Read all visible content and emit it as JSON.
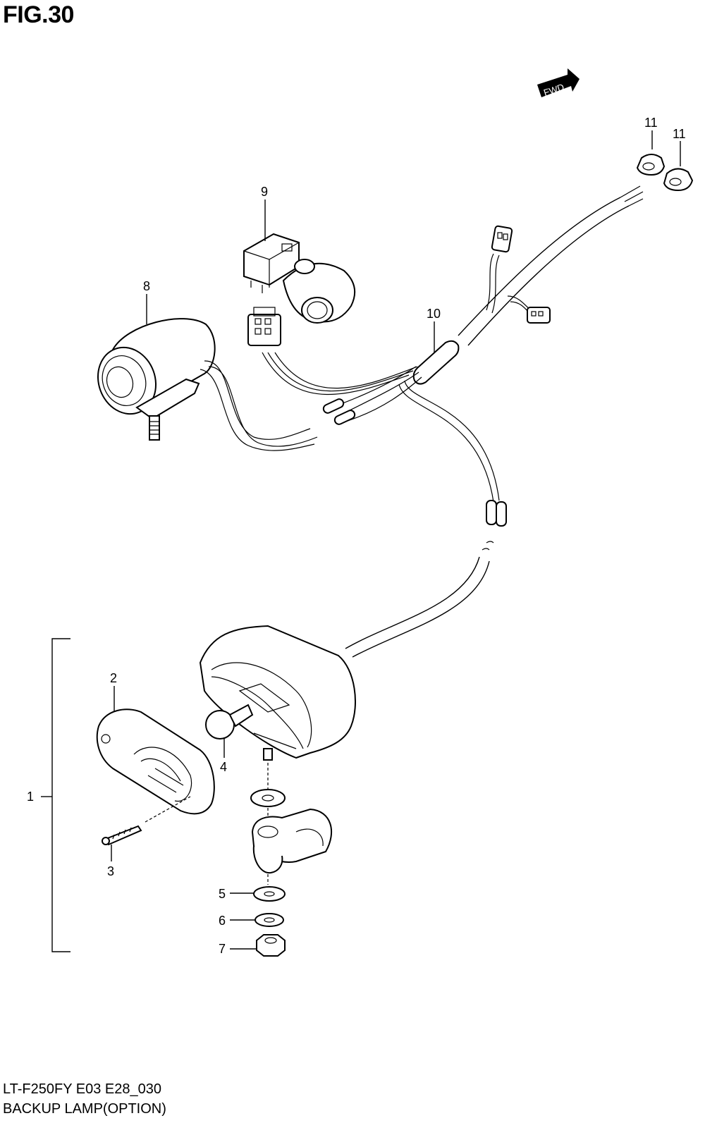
{
  "figure": {
    "title": "FIG.30",
    "model_code": "LT-F250FY E03 E28_030",
    "name": "BACKUP LAMP(OPTION)",
    "direction_badge": "FWD"
  },
  "callouts": [
    {
      "key": "c1",
      "label": "1",
      "part": "backup-lamp-assembly"
    },
    {
      "key": "c2",
      "label": "2",
      "part": "lens"
    },
    {
      "key": "c3",
      "label": "3",
      "part": "screw"
    },
    {
      "key": "c4",
      "label": "4",
      "part": "bulb"
    },
    {
      "key": "c5",
      "label": "5",
      "part": "washer"
    },
    {
      "key": "c6",
      "label": "6",
      "part": "lock-washer"
    },
    {
      "key": "c7",
      "label": "7",
      "part": "nut"
    },
    {
      "key": "c8",
      "label": "8",
      "part": "indicator-lamp"
    },
    {
      "key": "c9",
      "label": "9",
      "part": "switch"
    },
    {
      "key": "c10",
      "label": "10",
      "part": "wiring-harness"
    },
    {
      "key": "c11a",
      "label": "11",
      "part": "connector-cap"
    },
    {
      "key": "c11b",
      "label": "11",
      "part": "connector-cap"
    }
  ]
}
